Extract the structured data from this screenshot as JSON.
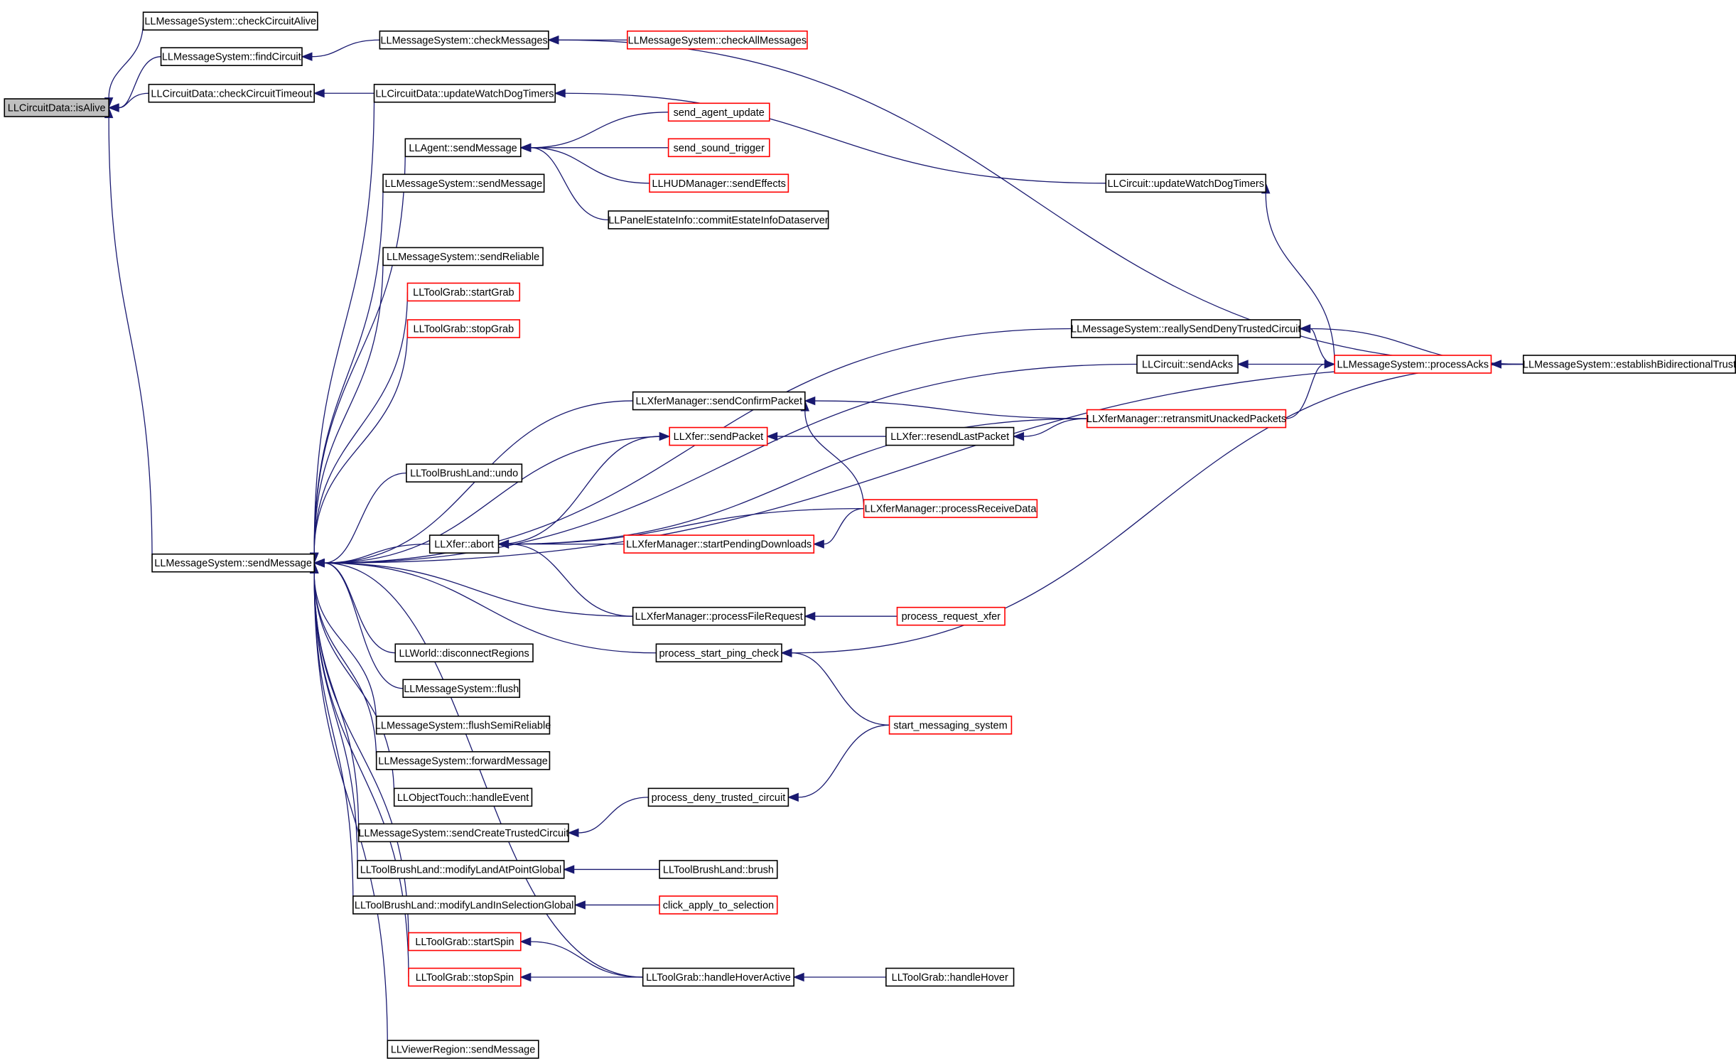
{
  "nodes": [
    {
      "id": "isAlive",
      "label": "LLCircuitData::isAlive",
      "style": "root"
    },
    {
      "id": "checkCircuitAlive",
      "label": "LLMessageSystem::checkCircuitAlive",
      "style": "black"
    },
    {
      "id": "findCircuit",
      "label": "LLMessageSystem::findCircuit",
      "style": "black"
    },
    {
      "id": "checkCircuitTimeout",
      "label": "LLCircuitData::checkCircuitTimeout",
      "style": "black"
    },
    {
      "id": "checkMessages",
      "label": "LLMessageSystem::checkMessages",
      "style": "black"
    },
    {
      "id": "checkAllMessages",
      "label": "LLMessageSystem::checkAllMessages",
      "style": "red"
    },
    {
      "id": "cdUpdateWatchDogTimers",
      "label": "LLCircuitData::updateWatchDogTimers",
      "style": "black"
    },
    {
      "id": "sendAgentUpdate",
      "label": "send_agent_update",
      "style": "red"
    },
    {
      "id": "agentSendMessage",
      "label": "LLAgent::sendMessage",
      "style": "black"
    },
    {
      "id": "sendSoundTrigger",
      "label": "send_sound_trigger",
      "style": "red"
    },
    {
      "id": "hudSendEffects",
      "label": "LLHUDManager::sendEffects",
      "style": "red"
    },
    {
      "id": "msSendMessage1",
      "label": "LLMessageSystem::sendMessage",
      "style": "black"
    },
    {
      "id": "commitEstate",
      "label": "LLPanelEstateInfo::commitEstateInfoDataserver",
      "style": "black"
    },
    {
      "id": "circuitUpdateWatchDogTimers",
      "label": "LLCircuit::updateWatchDogTimers",
      "style": "black"
    },
    {
      "id": "sendReliable",
      "label": "LLMessageSystem::sendReliable",
      "style": "black"
    },
    {
      "id": "startGrab",
      "label": "LLToolGrab::startGrab",
      "style": "red"
    },
    {
      "id": "stopGrab",
      "label": "LLToolGrab::stopGrab",
      "style": "red"
    },
    {
      "id": "reallySendDeny",
      "label": "LLMessageSystem::reallySendDenyTrustedCircuit",
      "style": "black"
    },
    {
      "id": "sendAcks",
      "label": "LLCircuit::sendAcks",
      "style": "black"
    },
    {
      "id": "processAcks",
      "label": "LLMessageSystem::processAcks",
      "style": "red"
    },
    {
      "id": "establishTrust",
      "label": "LLMessageSystem::establishBidirectionalTrust",
      "style": "black"
    },
    {
      "id": "sendConfirmPacket",
      "label": "LLXferManager::sendConfirmPacket",
      "style": "black"
    },
    {
      "id": "retransmit",
      "label": "LLXferManager::retransmitUnackedPackets",
      "style": "red"
    },
    {
      "id": "xferSendPacket",
      "label": "LLXfer::sendPacket",
      "style": "red"
    },
    {
      "id": "resendLastPacket",
      "label": "LLXfer::resendLastPacket",
      "style": "black"
    },
    {
      "id": "brushUndo",
      "label": "LLToolBrushLand::undo",
      "style": "black"
    },
    {
      "id": "processReceiveData",
      "label": "LLXferManager::processReceiveData",
      "style": "red"
    },
    {
      "id": "xferAbort",
      "label": "LLXfer::abort",
      "style": "black"
    },
    {
      "id": "startPendingDownloads",
      "label": "LLXferManager::startPendingDownloads",
      "style": "red"
    },
    {
      "id": "msSendMessageMain",
      "label": "LLMessageSystem::sendMessage",
      "style": "black"
    },
    {
      "id": "processFileRequest",
      "label": "LLXferManager::processFileRequest",
      "style": "black"
    },
    {
      "id": "processRequestXfer",
      "label": "process_request_xfer",
      "style": "red"
    },
    {
      "id": "disconnectRegions",
      "label": "LLWorld::disconnectRegions",
      "style": "black"
    },
    {
      "id": "processStartPing",
      "label": "process_start_ping_check",
      "style": "black"
    },
    {
      "id": "flush",
      "label": "LLMessageSystem::flush",
      "style": "black"
    },
    {
      "id": "startMessaging",
      "label": "start_messaging_system",
      "style": "red"
    },
    {
      "id": "flushSemiReliable",
      "label": "LLMessageSystem::flushSemiReliable",
      "style": "black"
    },
    {
      "id": "forwardMessage",
      "label": "LLMessageSystem::forwardMessage",
      "style": "black"
    },
    {
      "id": "objectTouch",
      "label": "LLObjectTouch::handleEvent",
      "style": "black"
    },
    {
      "id": "processDenyTrusted",
      "label": "process_deny_trusted_circuit",
      "style": "black"
    },
    {
      "id": "sendCreateTrusted",
      "label": "LLMessageSystem::sendCreateTrustedCircuit",
      "style": "black"
    },
    {
      "id": "modifyLandAtPoint",
      "label": "LLToolBrushLand::modifyLandAtPointGlobal",
      "style": "black"
    },
    {
      "id": "brush",
      "label": "LLToolBrushLand::brush",
      "style": "black"
    },
    {
      "id": "modifyLandInSel",
      "label": "LLToolBrushLand::modifyLandInSelectionGlobal",
      "style": "black"
    },
    {
      "id": "clickApply",
      "label": "click_apply_to_selection",
      "style": "red"
    },
    {
      "id": "startSpin",
      "label": "LLToolGrab::startSpin",
      "style": "red"
    },
    {
      "id": "stopSpin",
      "label": "LLToolGrab::stopSpin",
      "style": "red"
    },
    {
      "id": "handleHoverActive",
      "label": "LLToolGrab::handleHoverActive",
      "style": "black"
    },
    {
      "id": "handleHover",
      "label": "LLToolGrab::handleHover",
      "style": "black"
    },
    {
      "id": "viewerRegionSend",
      "label": "LLViewerRegion::sendMessage",
      "style": "black"
    }
  ],
  "edges": [
    {
      "from": "checkCircuitAlive",
      "to": "isAlive"
    },
    {
      "from": "findCircuit",
      "to": "isAlive"
    },
    {
      "from": "checkCircuitTimeout",
      "to": "isAlive"
    },
    {
      "from": "msSendMessageMain",
      "to": "isAlive"
    },
    {
      "from": "checkMessages",
      "to": "findCircuit"
    },
    {
      "from": "checkAllMessages",
      "to": "checkMessages"
    },
    {
      "from": "establishTrust",
      "to": "checkMessages"
    },
    {
      "from": "cdUpdateWatchDogTimers",
      "to": "checkCircuitTimeout"
    },
    {
      "from": "circuitUpdateWatchDogTimers",
      "to": "cdUpdateWatchDogTimers"
    },
    {
      "from": "processAcks",
      "to": "circuitUpdateWatchDogTimers"
    },
    {
      "from": "sendAgentUpdate",
      "to": "agentSendMessage"
    },
    {
      "from": "sendSoundTrigger",
      "to": "agentSendMessage"
    },
    {
      "from": "hudSendEffects",
      "to": "agentSendMessage"
    },
    {
      "from": "commitEstate",
      "to": "agentSendMessage"
    },
    {
      "from": "cdUpdateWatchDogTimers",
      "to": "msSendMessageMain"
    },
    {
      "from": "agentSendMessage",
      "to": "msSendMessageMain"
    },
    {
      "from": "msSendMessage1",
      "to": "msSendMessageMain"
    },
    {
      "from": "reallySendDeny",
      "to": "msSendMessageMain"
    },
    {
      "from": "sendReliable",
      "to": "msSendMessageMain"
    },
    {
      "from": "startGrab",
      "to": "msSendMessageMain"
    },
    {
      "from": "stopGrab",
      "to": "msSendMessageMain"
    },
    {
      "from": "sendAcks",
      "to": "msSendMessageMain"
    },
    {
      "from": "sendConfirmPacket",
      "to": "msSendMessageMain"
    },
    {
      "from": "xferSendPacket",
      "to": "msSendMessageMain"
    },
    {
      "from": "establishTrust",
      "to": "msSendMessageMain"
    },
    {
      "from": "brushUndo",
      "to": "msSendMessageMain"
    },
    {
      "from": "xferAbort",
      "to": "msSendMessageMain"
    },
    {
      "from": "processFileRequest",
      "to": "msSendMessageMain"
    },
    {
      "from": "processStartPing",
      "to": "msSendMessageMain"
    },
    {
      "from": "disconnectRegions",
      "to": "msSendMessageMain"
    },
    {
      "from": "flush",
      "to": "msSendMessageMain"
    },
    {
      "from": "flushSemiReliable",
      "to": "msSendMessageMain"
    },
    {
      "from": "forwardMessage",
      "to": "msSendMessageMain"
    },
    {
      "from": "objectTouch",
      "to": "msSendMessageMain"
    },
    {
      "from": "sendCreateTrusted",
      "to": "msSendMessageMain"
    },
    {
      "from": "modifyLandAtPoint",
      "to": "msSendMessageMain"
    },
    {
      "from": "modifyLandInSel",
      "to": "msSendMessageMain"
    },
    {
      "from": "startSpin",
      "to": "msSendMessageMain"
    },
    {
      "from": "stopSpin",
      "to": "msSendMessageMain"
    },
    {
      "from": "handleHoverActive",
      "to": "msSendMessageMain"
    },
    {
      "from": "viewerRegionSend",
      "to": "msSendMessageMain"
    },
    {
      "from": "establishTrust",
      "to": "reallySendDeny"
    },
    {
      "from": "processAcks",
      "to": "reallySendDeny"
    },
    {
      "from": "processAcks",
      "to": "sendAcks"
    },
    {
      "from": "establishTrust",
      "to": "processAcks"
    },
    {
      "from": "retransmit",
      "to": "processAcks"
    },
    {
      "from": "retransmit",
      "to": "sendConfirmPacket"
    },
    {
      "from": "processReceiveData",
      "to": "sendConfirmPacket"
    },
    {
      "from": "resendLastPacket",
      "to": "xferSendPacket"
    },
    {
      "from": "xferAbort",
      "to": "xferSendPacket"
    },
    {
      "from": "retransmit",
      "to": "resendLastPacket"
    },
    {
      "from": "processReceiveData",
      "to": "xferAbort"
    },
    {
      "from": "startPendingDownloads",
      "to": "xferAbort"
    },
    {
      "from": "retransmit",
      "to": "xferAbort"
    },
    {
      "from": "processFileRequest",
      "to": "xferAbort"
    },
    {
      "from": "processReceiveData",
      "to": "startPendingDownloads"
    },
    {
      "from": "processRequestXfer",
      "to": "processFileRequest"
    },
    {
      "from": "establishTrust",
      "to": "processStartPing"
    },
    {
      "from": "startMessaging",
      "to": "processStartPing"
    },
    {
      "from": "startMessaging",
      "to": "processDenyTrusted"
    },
    {
      "from": "processDenyTrusted",
      "to": "sendCreateTrusted"
    },
    {
      "from": "brush",
      "to": "modifyLandAtPoint"
    },
    {
      "from": "clickApply",
      "to": "modifyLandInSel"
    },
    {
      "from": "handleHoverActive",
      "to": "startSpin"
    },
    {
      "from": "handleHoverActive",
      "to": "stopSpin"
    },
    {
      "from": "handleHover",
      "to": "handleHoverActive"
    }
  ]
}
